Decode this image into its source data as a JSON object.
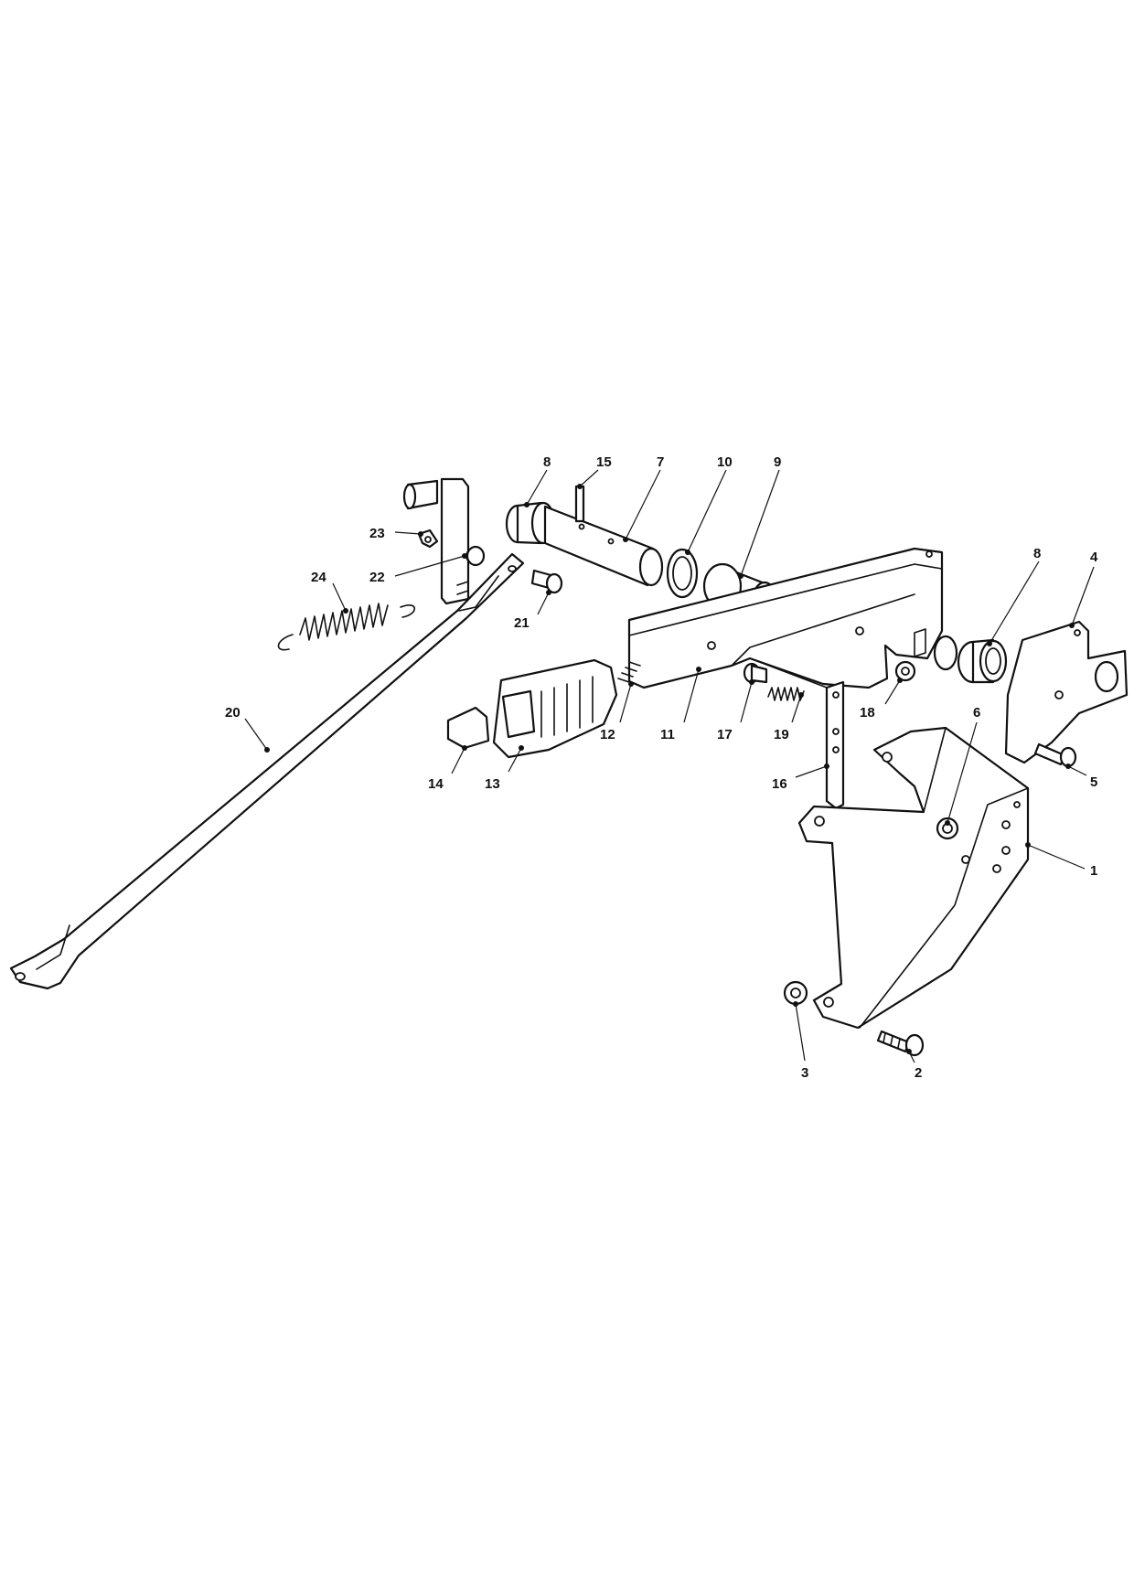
{
  "callouts": [
    {
      "id": "c1",
      "label": "1"
    },
    {
      "id": "c2",
      "label": "2"
    },
    {
      "id": "c3",
      "label": "3"
    },
    {
      "id": "c4",
      "label": "4"
    },
    {
      "id": "c5",
      "label": "5"
    },
    {
      "id": "c6",
      "label": "6"
    },
    {
      "id": "c7",
      "label": "7"
    },
    {
      "id": "c8a",
      "label": "8"
    },
    {
      "id": "c8b",
      "label": "8"
    },
    {
      "id": "c9",
      "label": "9"
    },
    {
      "id": "c10",
      "label": "10"
    },
    {
      "id": "c11",
      "label": "11"
    },
    {
      "id": "c12",
      "label": "12"
    },
    {
      "id": "c13",
      "label": "13"
    },
    {
      "id": "c14",
      "label": "14"
    },
    {
      "id": "c15",
      "label": "15"
    },
    {
      "id": "c16",
      "label": "16"
    },
    {
      "id": "c17",
      "label": "17"
    },
    {
      "id": "c18",
      "label": "18"
    },
    {
      "id": "c19",
      "label": "19"
    },
    {
      "id": "c20",
      "label": "20"
    },
    {
      "id": "c21",
      "label": "21"
    },
    {
      "id": "c22",
      "label": "22"
    },
    {
      "id": "c23",
      "label": "23"
    },
    {
      "id": "c24",
      "label": "24"
    }
  ]
}
